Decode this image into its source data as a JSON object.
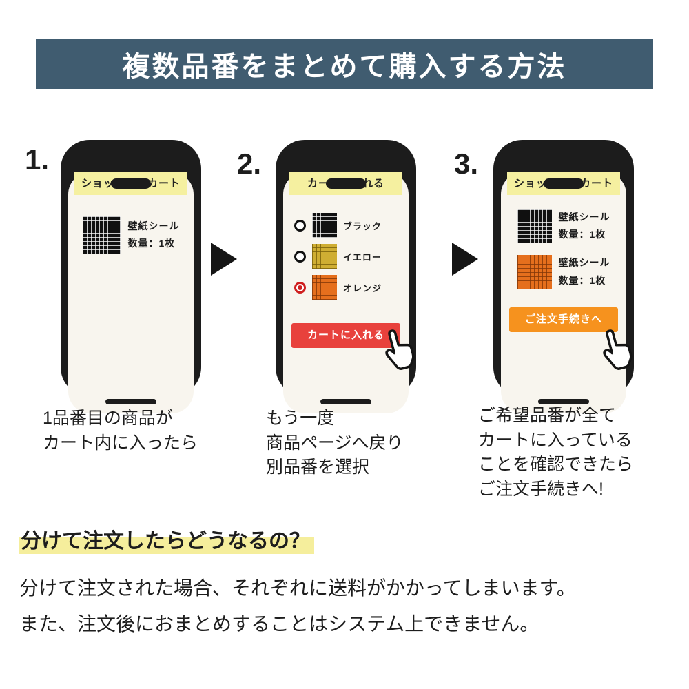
{
  "header": {
    "title": "複数品番をまとめて購入する方法"
  },
  "steps": [
    {
      "number": "1.",
      "phone": {
        "banner": "ショッピングカート",
        "products": [
          {
            "swatch": "black",
            "name": "壁紙シール",
            "qty": "数量：1枚"
          }
        ]
      },
      "caption": "1品番目の商品が\nカート内に入ったら"
    },
    {
      "number": "2.",
      "phone": {
        "banner": "カートに入れる",
        "options": [
          {
            "swatch": "black",
            "label": "ブラック",
            "selected": false
          },
          {
            "swatch": "yellow",
            "label": "イエロー",
            "selected": false
          },
          {
            "swatch": "orange",
            "label": "オレンジ",
            "selected": true
          }
        ],
        "button": {
          "label": "カートに入れる",
          "color": "#e8413c"
        }
      },
      "caption": "もう一度\n商品ページへ戻り\n別品番を選択"
    },
    {
      "number": "3.",
      "phone": {
        "banner": "ショッピングカート",
        "products": [
          {
            "swatch": "black",
            "name": "壁紙シール",
            "qty": "数量：1枚"
          },
          {
            "swatch": "orange",
            "name": "壁紙シール",
            "qty": "数量：1枚"
          }
        ],
        "button": {
          "label": "ご注文手続きへ",
          "color": "#f6921e"
        }
      },
      "caption": "ご希望品番が全て\nカートに入っている\nことを確認できたら\nご注文手続きへ!"
    }
  ],
  "faq": {
    "question": "分けて注文したらどうなるの？",
    "answer": "分けて注文された場合、それぞれに送料がかかってしまいます。\nまた、注文後におまとめすることはシステム上できません。",
    "highlight_color": "#f5ee9c"
  },
  "colors": {
    "header_bg": "#405c70",
    "screen_banner_bg": "#f5f0a0",
    "cart_button": "#e8413c",
    "order_button": "#f6921e",
    "radio_selected": "#cf1f1f",
    "swatch_black": "#101010",
    "swatch_yellow": "#cfae33",
    "swatch_orange": "#e56f1d"
  }
}
